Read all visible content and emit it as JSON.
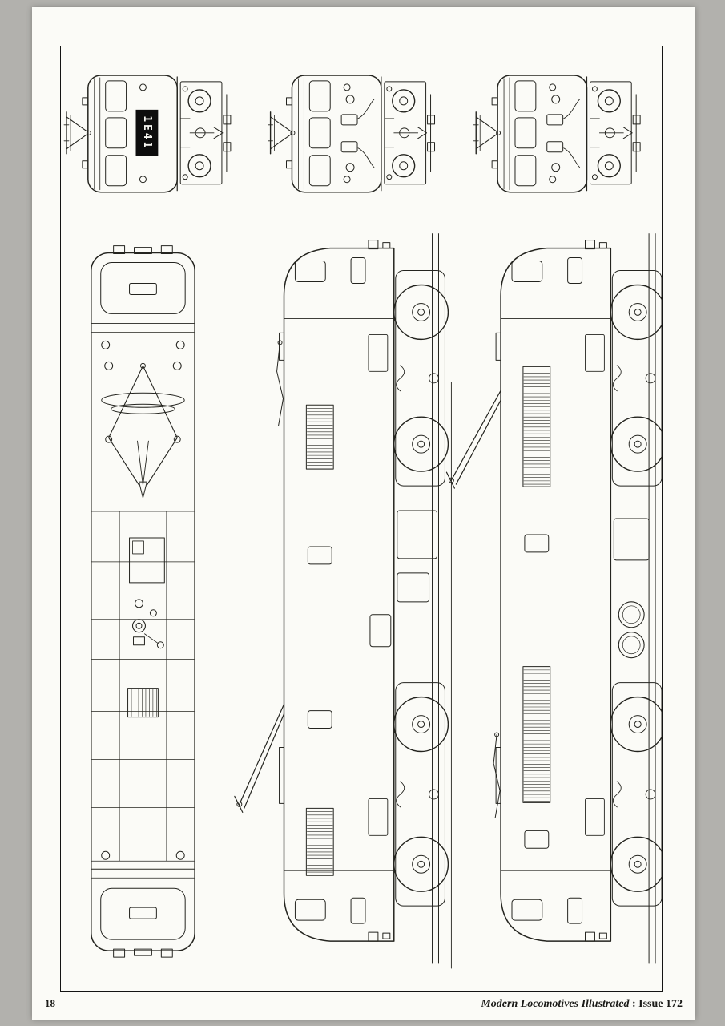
{
  "page": {
    "number": "18"
  },
  "footer": {
    "journal": "Modern Locomotives Illustrated",
    "issue": " : Issue 172"
  },
  "plate": {
    "headcode": "1E41"
  },
  "colors": {
    "background": "#b2b1ad",
    "paper": "#fbfbf7",
    "ink": "#24241f",
    "frame": "#141414",
    "headcode_bg": "#0d0d0d",
    "headcode_text": "#f5f5f0"
  }
}
